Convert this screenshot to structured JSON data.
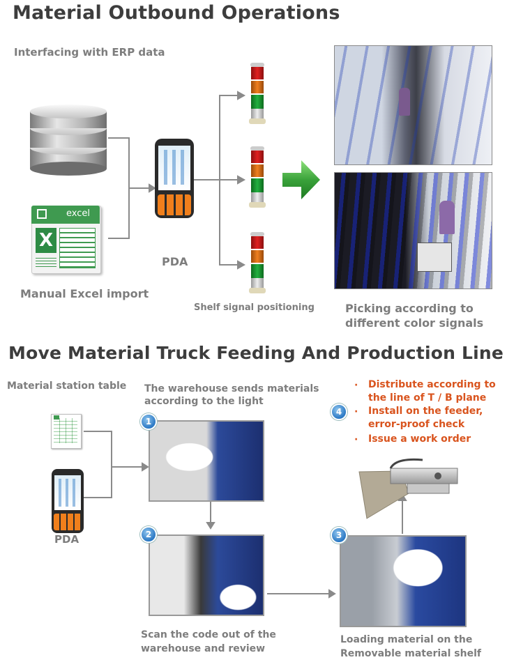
{
  "section1": {
    "title": "Material Outbound Operations",
    "subtitle": "Interfacing with ERP data",
    "excel_icon_label": "excel",
    "excel_caption": "Manual Excel import",
    "pda_label": "PDA",
    "shelf_caption": "Shelf signal positioning",
    "picking_caption_line1": "Picking according to",
    "picking_caption_line2": "different color signals"
  },
  "section2": {
    "title": "Move Material Truck Feeding And Production Line",
    "station_label": "Material station table",
    "pda_label": "PDA",
    "step1_caption_line1": "The warehouse sends materials",
    "step1_caption_line2": "according to the light",
    "step2_caption_line1": "Scan the code out of the",
    "step2_caption_line2": "warehouse and review",
    "step3_caption_line1": "Loading material on the",
    "step3_caption_line2": "Removable material shelf",
    "step4_bullets": [
      {
        "line1": "Distribute according to",
        "line2": "the line  of T / B plane"
      },
      {
        "line1": "Install on the feeder,",
        "line2": "error-proof check"
      },
      {
        "line1": "Issue a work order",
        "line2": ""
      }
    ],
    "badges": [
      "1",
      "2",
      "3",
      "4"
    ],
    "bullet_char": "·"
  },
  "colors": {
    "title": "#3d3d3d",
    "caption_gray": "#7d7d7d",
    "accent_orange": "#d9541e",
    "arrow_green": "#3aa23a",
    "badge_blue": "#2a78c4",
    "excel_green": "#3f9a50"
  },
  "icons": [
    "database-icon",
    "excel-icon",
    "pda-icon",
    "signal-tower-icon",
    "green-arrow-icon",
    "spreadsheet-icon",
    "feeder-icon"
  ]
}
